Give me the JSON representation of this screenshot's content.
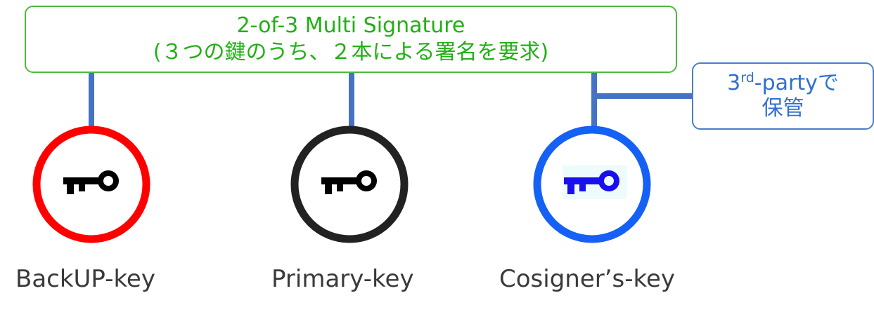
{
  "title": {
    "line1": "2-of-3 Multi Signature",
    "line2": "(３つの鍵のうち、２本による署名を要求)"
  },
  "note": {
    "line1_prefix": "3",
    "line1_sup": "rd",
    "line1_suffix": "-partyで",
    "line2": "保管"
  },
  "keys": [
    {
      "label": "BackUP-key",
      "ring_color": "#ff0000",
      "icon_color": "#000000",
      "icon": "key-icon"
    },
    {
      "label": "Primary-key",
      "ring_color": "#222222",
      "icon_color": "#000000",
      "icon": "key-icon"
    },
    {
      "label": "Cosigner’s-key",
      "ring_color": "#1560f5",
      "icon_color": "#1a10ee",
      "icon": "key-icon"
    }
  ],
  "colors": {
    "title_border": "#4cbb3d",
    "title_text": "#22b014",
    "connector": "#4472c4",
    "note_border": "#4a7ec8",
    "note_text": "#2f6fd1"
  }
}
